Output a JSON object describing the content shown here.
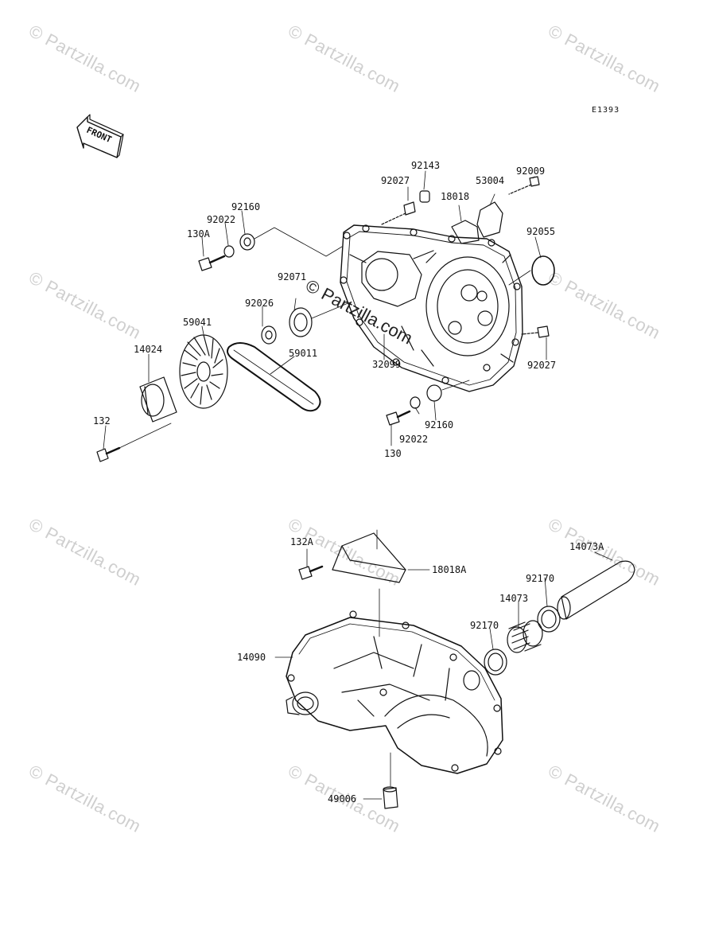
{
  "diagram": {
    "diagram_id": "E1393",
    "front_label": "FRONT",
    "watermark_text": "© Partzilla.com",
    "center_watermark_text": "© Partzilla.com",
    "colors": {
      "line": "#111111",
      "watermark": "#cfcfcf",
      "background": "#ffffff"
    }
  },
  "part_labels": [
    "92143",
    "92027",
    "53004",
    "92009",
    "18018",
    "92160",
    "92022",
    "130A",
    "92055",
    "92071",
    "92026",
    "59041",
    "14024",
    "59011",
    "32099",
    "92027",
    "92160",
    "92022",
    "130",
    "132",
    "132A",
    "18018A",
    "14073A",
    "92170",
    "14073",
    "92170",
    "14090",
    "49006"
  ]
}
